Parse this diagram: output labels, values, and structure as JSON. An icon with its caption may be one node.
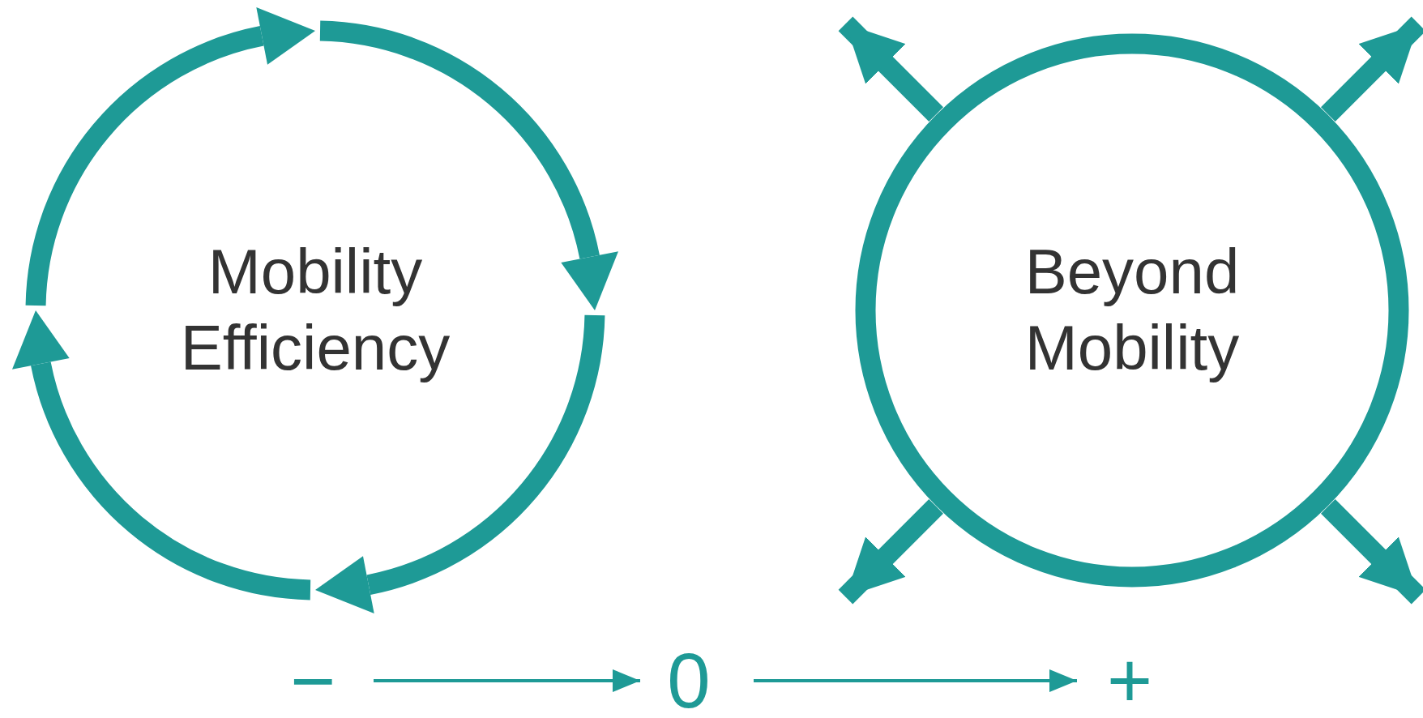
{
  "diagram": {
    "nodes": [
      {
        "text": [
          "Mobility Efficiency"
        ]
      },
      {
        "text": [
          "Beyond Mobility"
        ]
      },
      {
        "text": [
          "−"
        ]
      },
      {
        "text": [
          "0"
        ]
      },
      {
        "text": [
          "+"
        ]
      }
    ],
    "edges": [
      {
        "from": 1,
        "to": null,
        "arrow": "to"
      },
      {
        "from": 1,
        "to": null,
        "arrow": "to"
      },
      {
        "from": 1,
        "to": null,
        "arrow": "to"
      },
      {
        "from": 1,
        "to": null,
        "arrow": "to"
      },
      {
        "from": 2,
        "to": 3,
        "arrow": "to"
      },
      {
        "from": 3,
        "to": 4,
        "arrow": "to"
      }
    ]
  }
}
